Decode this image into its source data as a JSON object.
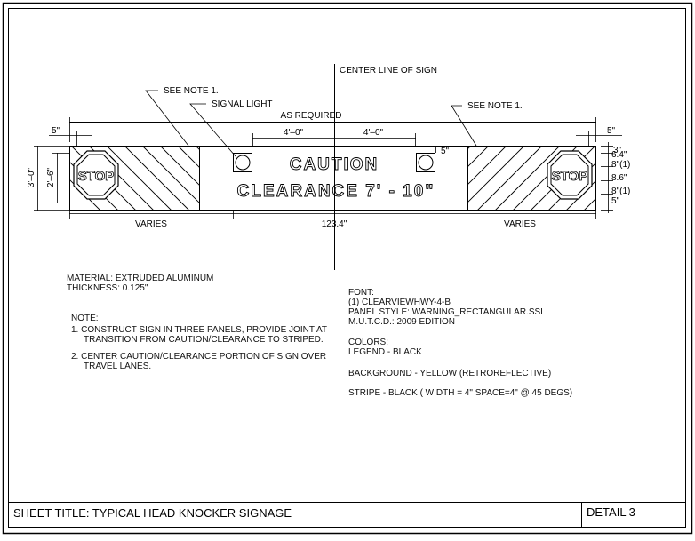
{
  "drawing": {
    "center_line_label": "CENTER LINE OF SIGN",
    "see_note_left": "SEE NOTE 1.",
    "see_note_right": "SEE NOTE 1.",
    "signal_light_label": "SIGNAL LIGHT",
    "as_required_label": "AS REQUIRED",
    "dim_5_left": "5\"",
    "dim_5_right": "5\"",
    "dim_4ft_left": "4'–0\"",
    "dim_4ft_right": "4'–0\"",
    "dim_5_inner": "5\"",
    "dim_3_top": "3\"",
    "dim_6_4": "6.4\"",
    "dim_8_1_top": "8\"(1)",
    "dim_8_6": "8.6\"",
    "dim_8_1_bottom": "8\"(1)",
    "dim_5_bottom": "5\"",
    "dim_3ft": "3'–0\"",
    "dim_2ft6": "2'–6\"",
    "varies_left": "VARIES",
    "middle_width": "123.4\"",
    "varies_right": "VARIES",
    "stop_left": "STOP",
    "stop_right": "STOP",
    "legend_line1": "CAUTION",
    "legend_line2": "CLEARANCE 7' - 10\""
  },
  "notes": {
    "material": "MATERIAL: EXTRUDED ALUMINUM",
    "thickness": "THICKNESS:  0.125\"",
    "note_heading": "NOTE:",
    "note1_line1": "1.  CONSTRUCT SIGN IN THREE PANELS, PROVIDE JOINT AT",
    "note1_line2": "TRANSITION FROM CAUTION/CLEARANCE TO STRIPED.",
    "note2_line1": "2.  CENTER CAUTION/CLEARANCE PORTION OF SIGN OVER",
    "note2_line2": "TRAVEL LANES.",
    "font_heading": "FONT:",
    "font_line": "(1) CLEARVIEWHWY-4-B",
    "panel_style": "PANEL STYLE: WARNING_RECTANGULAR.SSI",
    "mutcd": "M.U.T.C.D.: 2009 EDITION",
    "colors_heading": "COLORS:",
    "legend_color": "LEGEND - BLACK",
    "background_color": "BACKGROUND - YELLOW (RETROREFLECTIVE)",
    "stripe": "STRIPE - BLACK ( WIDTH = 4\"  SPACE=4\" @ 45 DEGS)"
  },
  "title_block": {
    "sheet_title": "SHEET TITLE:  TYPICAL HEAD KNOCKER SIGNAGE",
    "detail": "DETAIL 3"
  }
}
